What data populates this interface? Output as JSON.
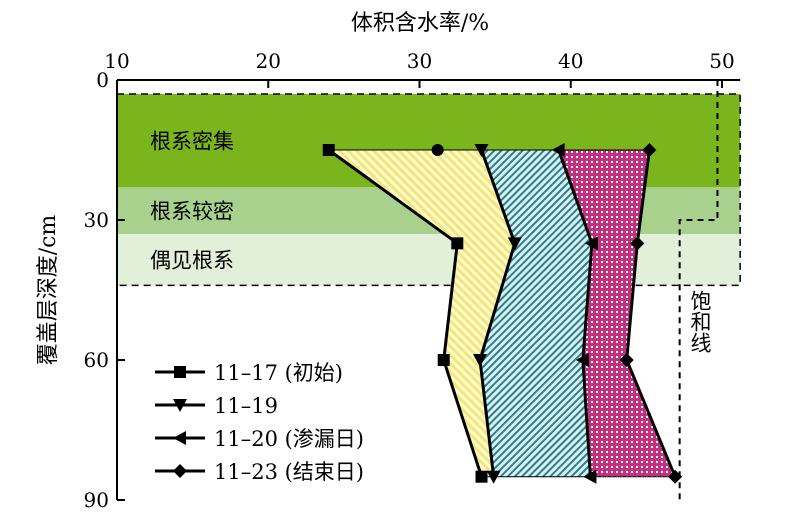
{
  "chart_data": {
    "type": "line",
    "orientation": "depth-profile",
    "xlabel": "体积含水率/%",
    "ylabel": "覆盖层深度/cm",
    "xlim": [
      10,
      51
    ],
    "ylim": [
      0,
      90
    ],
    "xticks": [
      10,
      20,
      30,
      40,
      50
    ],
    "yticks": [
      0,
      30,
      60,
      90
    ],
    "depths": [
      15,
      35,
      60,
      85
    ],
    "series": [
      {
        "name": "11–17 (初始)",
        "marker": "square",
        "values": [
          24.0,
          32.5,
          31.6,
          34.1
        ]
      },
      {
        "name": "11–19",
        "marker": "triangle-down",
        "values": [
          34.1,
          36.3,
          34.0,
          34.9
        ]
      },
      {
        "name": "11–20 (渗漏日)",
        "marker": "triangle-left",
        "values": [
          39.2,
          41.4,
          40.8,
          41.3
        ]
      },
      {
        "name": "11–23 (结束日)",
        "marker": "diamond",
        "values": [
          45.2,
          44.4,
          43.7,
          46.9
        ]
      }
    ],
    "extra_markers": [
      {
        "marker": "circle",
        "x": 31.2,
        "depth": 15
      }
    ],
    "root_zones": [
      {
        "label": "根系密集",
        "from": 3,
        "to": 23,
        "color": "#7ab51d"
      },
      {
        "label": "根系较密",
        "from": 23,
        "to": 33,
        "color": "#a9d18e"
      },
      {
        "label": "偶见根系",
        "from": 33,
        "to": 44,
        "color": "#e2efd9"
      }
    ],
    "saturation_line": {
      "label": "饱和线",
      "upper_value": 49.7,
      "lower_value": 47.2,
      "step_depth": 30
    },
    "legend_position": "bottom-left",
    "fill_colors": {
      "yellow": "#fbf3a0",
      "blue": "#bfe3e6",
      "pink": "#c2307f"
    }
  }
}
